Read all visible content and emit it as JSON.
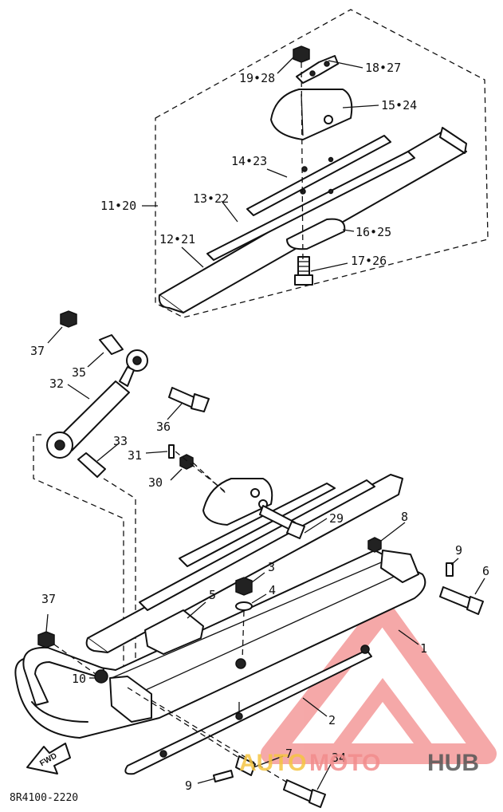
{
  "diagram": {
    "code": "8R4100-2220",
    "forward_tag": "FWD",
    "labels": {
      "p1928": "19•28",
      "p1827": "18•27",
      "p1524": "15•24",
      "p1423": "14•23",
      "p1120": "11•20",
      "p1322": "13•22",
      "p1221": "12•21",
      "p1625": "16•25",
      "p1726": "17•26",
      "p37a": "37",
      "p35": "35",
      "p32": "32",
      "p36": "36",
      "p33": "33",
      "p31": "31",
      "p30": "30",
      "p29": "29",
      "p8": "8",
      "p9a": "9",
      "p6": "6",
      "p3": "3",
      "p4": "4",
      "p5": "5",
      "p37b": "37",
      "p1": "1",
      "p10": "10",
      "p2": "2",
      "p7": "7",
      "p34": "34",
      "p9b": "9"
    }
  },
  "watermark": {
    "text_a": "AUTO",
    "text_b": "MOTO",
    "text_c": "HUB",
    "color_primary": "#f28c8c",
    "color_secondary": "#f5c542",
    "color_dark": "#555555"
  }
}
